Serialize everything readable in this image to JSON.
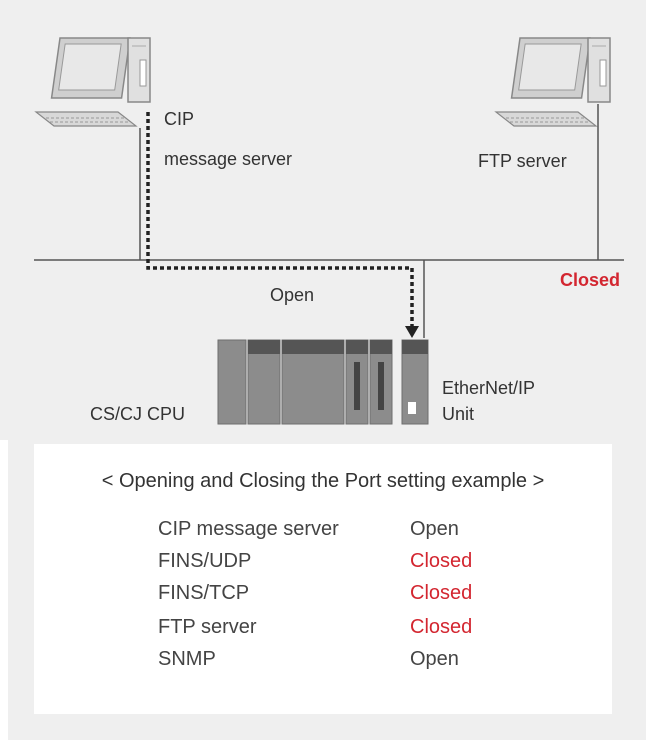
{
  "diagram": {
    "cip_server_label": [
      "CIP",
      "message server"
    ],
    "ftp_server_label": "FTP server",
    "network_open_label": "Open",
    "network_closed_label": "Closed",
    "cpu_label": "CS/CJ CPU",
    "unit_label": [
      "EtherNet/IP",
      "Unit"
    ]
  },
  "table": {
    "caption": "< Opening and Closing the Port setting example >",
    "rows": [
      {
        "name": "CIP message server",
        "state": "Open",
        "closed": false
      },
      {
        "name": "FINS/UDP",
        "state": "Closed",
        "closed": true
      },
      {
        "name": "FINS/TCP",
        "state": "Closed",
        "closed": true
      },
      {
        "name": "FTP server",
        "state": "Closed",
        "closed": true
      },
      {
        "name": "SNMP",
        "state": "Open",
        "closed": false
      }
    ]
  },
  "colors": {
    "background": "#efefef",
    "closed": "#d32630",
    "text": "#333333"
  }
}
